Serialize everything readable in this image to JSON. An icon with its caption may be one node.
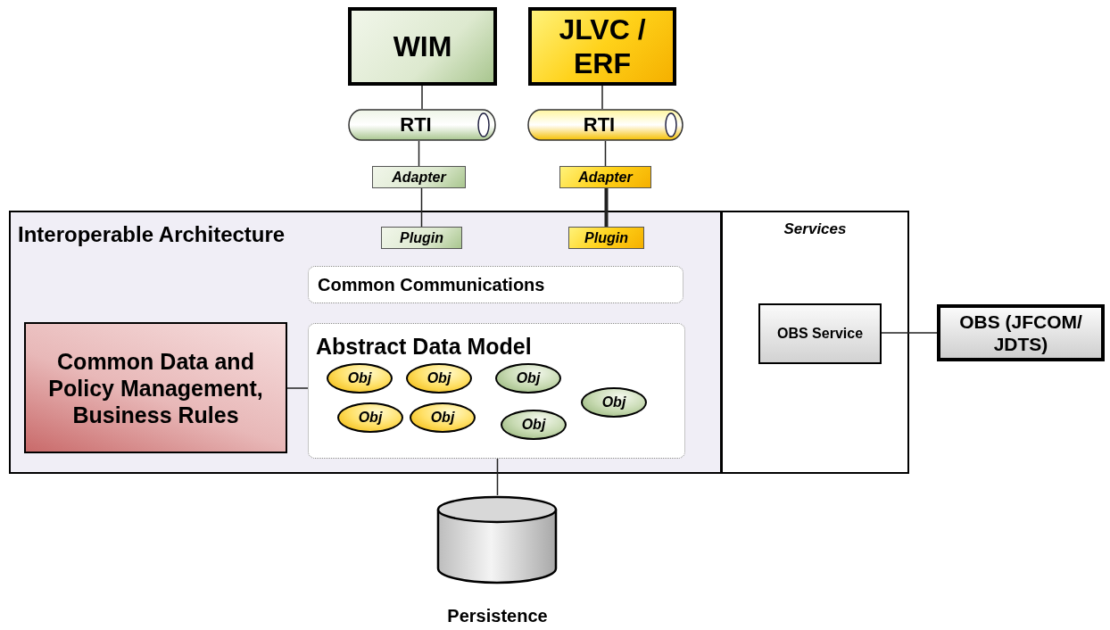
{
  "diagram": {
    "nodes": [
      {
        "text": [
          "WIM"
        ]
      },
      {
        "text": [
          "JLVC / ERF"
        ]
      },
      {
        "text": [
          "RTI"
        ]
      },
      {
        "text": [
          "RTI"
        ]
      },
      {
        "text": [
          "Adapter"
        ]
      },
      {
        "text": [
          "Adapter"
        ]
      },
      {
        "text": [
          "Interoperable Architecture"
        ]
      },
      {
        "text": [
          "Plugin"
        ],
        "in": 6
      },
      {
        "text": [
          "Plugin"
        ],
        "in": 6
      },
      {
        "text": [
          "Common Communications"
        ],
        "in": 6
      },
      {
        "text": [
          "Common Data and Policy Management, Business Rules"
        ],
        "in": 6
      },
      {
        "text": [
          "Abstract Data Model"
        ],
        "in": 6
      },
      {
        "text": [
          "Obj"
        ],
        "in": 11
      },
      {
        "text": [
          "Obj"
        ],
        "in": 11
      },
      {
        "text": [
          "Obj"
        ],
        "in": 11
      },
      {
        "text": [
          "Obj"
        ],
        "in": 11
      },
      {
        "text": [
          "Obj"
        ],
        "in": 11
      },
      {
        "text": [
          "Obj"
        ],
        "in": 11
      },
      {
        "text": [
          "Obj"
        ],
        "in": 11
      },
      {
        "text": [
          "Services"
        ]
      },
      {
        "text": [
          "OBS Service"
        ],
        "in": 19
      },
      {
        "text": [
          "OBS (JFCOM/ JDTS)"
        ]
      },
      {
        "text": [
          "Persistence"
        ]
      }
    ],
    "edges": [
      {
        "from": 0,
        "to": 2,
        "arrow": "none"
      },
      {
        "from": 2,
        "to": 4,
        "arrow": "none"
      },
      {
        "from": 4,
        "to": 7,
        "arrow": "none"
      },
      {
        "from": 1,
        "to": 3,
        "arrow": "none"
      },
      {
        "from": 3,
        "to": 5,
        "arrow": "none"
      },
      {
        "from": 5,
        "to": 8,
        "arrow": "none",
        "style": "thick"
      },
      {
        "from": 10,
        "to": 11,
        "arrow": "none"
      },
      {
        "from": 20,
        "to": 21,
        "arrow": "none"
      },
      {
        "from": 11,
        "to": 22,
        "arrow": "none"
      }
    ]
  }
}
